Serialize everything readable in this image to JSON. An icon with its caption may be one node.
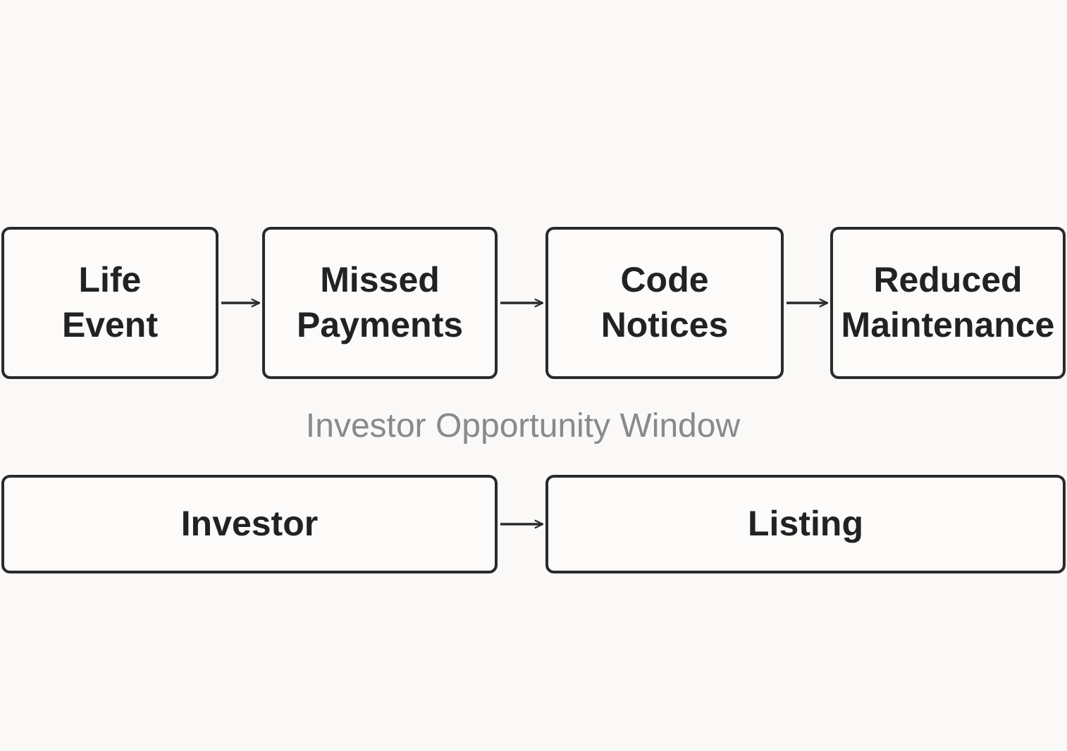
{
  "diagram": {
    "nodes": [
      {
        "text": [
          "Life Event"
        ]
      },
      {
        "text": [
          "Missed Payments"
        ]
      },
      {
        "text": [
          "Code Notices"
        ]
      },
      {
        "text": [
          "Reduced Maintenance"
        ]
      },
      {
        "text": [
          "Investor"
        ]
      },
      {
        "text": [
          "Listing"
        ]
      }
    ],
    "edges": [
      {
        "from": 0,
        "to": 1,
        "arrow": "to"
      },
      {
        "from": 1,
        "to": 2,
        "arrow": "to"
      },
      {
        "from": 2,
        "to": 3,
        "arrow": "to"
      },
      {
        "from": 4,
        "to": 5,
        "arrow": "to"
      }
    ],
    "labels": [
      "Investor Opportunity Window"
    ]
  }
}
